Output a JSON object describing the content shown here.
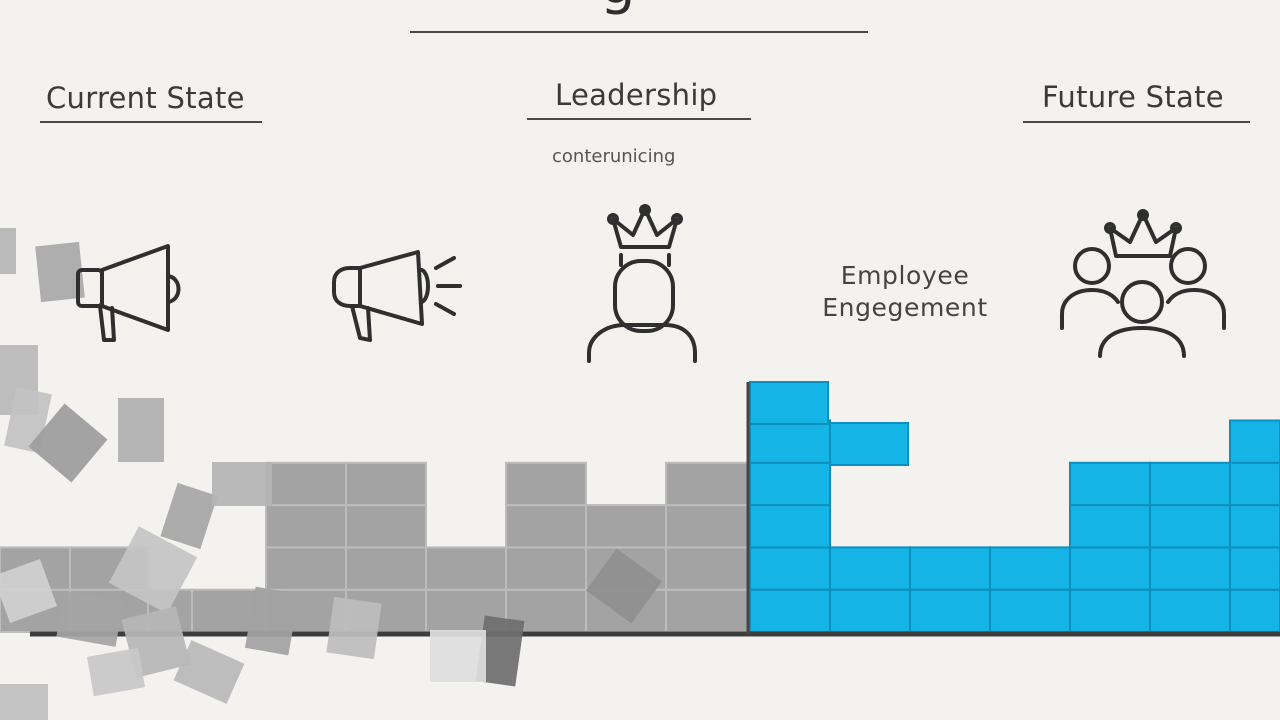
{
  "title_fragment": "g",
  "headings": {
    "current_state": "Current State",
    "leadership": "Leadership",
    "future_state": "Future State"
  },
  "subheading": "conterunicing",
  "employee_engagement": {
    "line1": "Employee",
    "line2": "Engegement"
  },
  "icons": {
    "megaphone_left": "megaphone-icon",
    "megaphone_right": "megaphone-sound-icon",
    "leader": "crowned-person-icon",
    "team": "crowned-team-icon"
  },
  "colors": {
    "background": "#f3f2ef",
    "gray_block": "#a3a3a3",
    "blue_block": "#14b4e6",
    "line": "#444444"
  }
}
